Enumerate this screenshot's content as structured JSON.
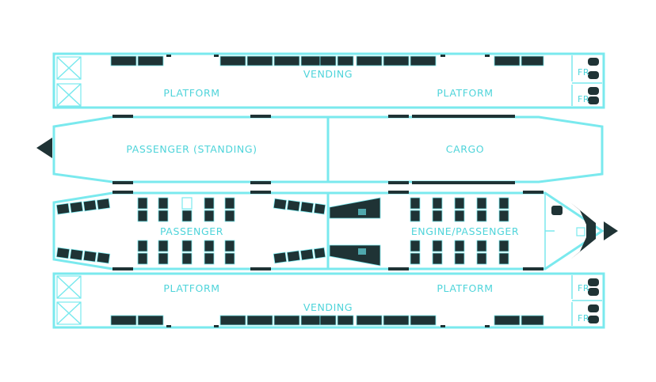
{
  "labels": {
    "platform_top_left": "PLATFORM",
    "platform_top_right": "PLATFORM",
    "vending_top": "VENDING",
    "passenger_standing": "PASSENGER (STANDING)",
    "cargo": "CARGO",
    "passenger": "PASSENGER",
    "engine_passenger": "ENGINE/PASSENGER",
    "platform_bottom_left": "PLATFORM",
    "platform_bottom_right": "PLATFORM",
    "vending_bottom": "VENDING",
    "fr_1": "FR",
    "fr_2": "FR",
    "fr_3": "FR",
    "fr_4": "FR"
  },
  "colors": {
    "wall": "#7ae9ee",
    "text": "#4fd4da",
    "dark": "#1f3335",
    "background": "#ffffff"
  },
  "icons": [
    "direction-arrow-left-icon",
    "direction-arrow-right-icon",
    "crate-icon",
    "seat-icon",
    "toilet-icon"
  ]
}
